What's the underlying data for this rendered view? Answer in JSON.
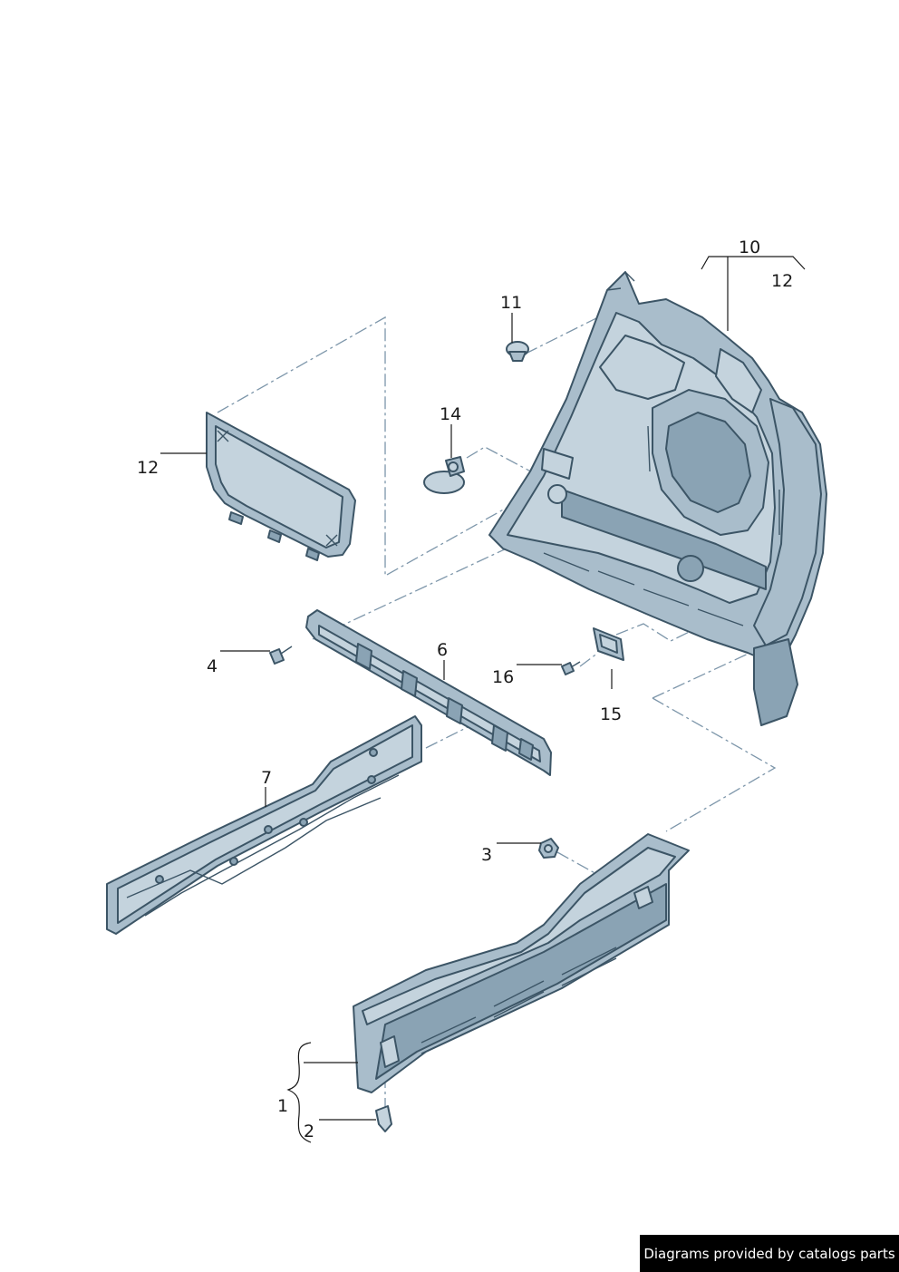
{
  "callouts": {
    "c1": "1",
    "c2": "2",
    "c3": "3",
    "c4": "4",
    "c6": "6",
    "c7": "7",
    "c10": "10",
    "c11": "11",
    "c12_top": "12",
    "c12_left": "12",
    "c14": "14",
    "c15": "15",
    "c16": "16"
  },
  "footer": {
    "text": "Diagrams provided by catalogs parts"
  },
  "colors": {
    "part_fill_light": "#c4d3dd",
    "part_fill_mid": "#a9bdcb",
    "part_outline": "#3c5566",
    "dash_line": "#7d96aa",
    "banner_bg": "#000000",
    "banner_text": "#ffffff"
  }
}
